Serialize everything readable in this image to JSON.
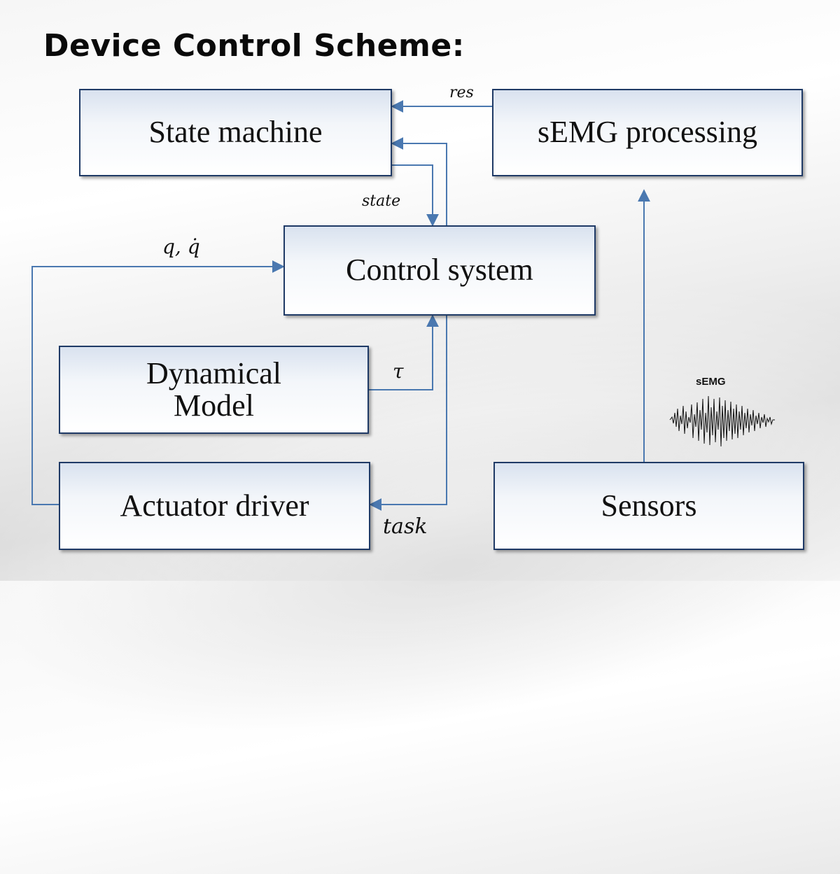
{
  "title": "Device Control Scheme:",
  "boxes": {
    "state_machine": "State machine",
    "semg_processing": "sEMG processing",
    "control_system": "Control system",
    "dynamical_model_line1": "Dynamical",
    "dynamical_model_line2": "Model",
    "actuator_driver": "Actuator driver",
    "sensors": "Sensors"
  },
  "signals": {
    "res": "res",
    "state": "state",
    "q_qdot": "q, q̇",
    "tau": "τ",
    "task": "task"
  },
  "inset": {
    "label": "sEMG"
  },
  "colors": {
    "box_border": "#1f3a66",
    "arrow": "#4a78b0"
  }
}
